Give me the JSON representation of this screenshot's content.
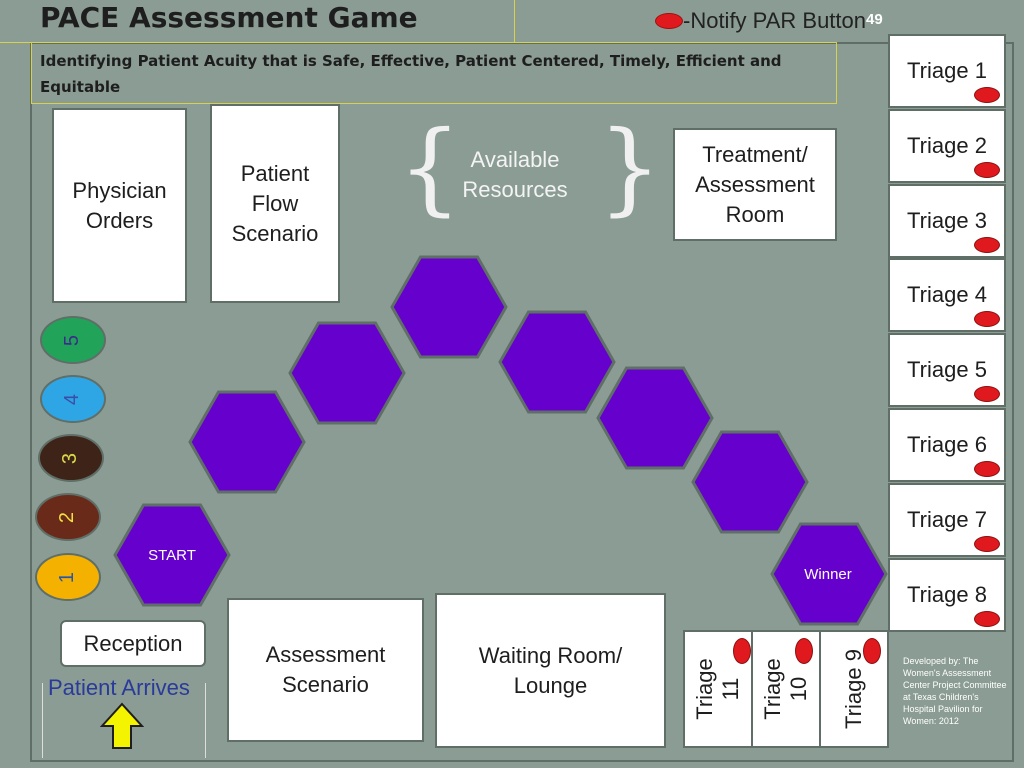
{
  "header": {
    "title": "PACE Assessment Game",
    "notify_label": "-Notify PAR Button",
    "slide_number": "49"
  },
  "subtitle": "Identifying Patient Acuity that is Safe, Effective, Patient Centered, Timely, Efficient and Equitable",
  "cards": {
    "physician_orders": "Physician Orders",
    "patient_flow": "Patient Flow Scenario",
    "available_resources": "Available Resources",
    "treatment_room": "Treatment/ Assessment Room",
    "assessment_scenario": "Assessment Scenario",
    "waiting_room": "Waiting Room/ Lounge",
    "reception": "Reception",
    "patient_arrives": "Patient Arrives"
  },
  "triage_rooms": [
    "Triage 1",
    "Triage 2",
    "Triage 3",
    "Triage 4",
    "Triage 5",
    "Triage 6",
    "Triage 7",
    "Triage 8"
  ],
  "triage_vertical": [
    "Triage 11",
    "Triage 10",
    "Triage 9"
  ],
  "hexes": {
    "start": "START",
    "winner": "Winner"
  },
  "dice": [
    {
      "label": "5",
      "color": "#22a35a",
      "text_color": "#3a2d8a"
    },
    {
      "label": "4",
      "color": "#2ea6e6",
      "text_color": "#3a4da8"
    },
    {
      "label": "3",
      "color": "#3e2418",
      "text_color": "#d8d84a"
    },
    {
      "label": "2",
      "color": "#6a2a1a",
      "text_color": "#f0e040"
    },
    {
      "label": "1",
      "color": "#f5b100",
      "text_color": "#2a56a8"
    }
  ],
  "credits": "Developed by: The Women's Assessment Center Project Committee at Texas Children's Hospital Pavilion for Women: 2012",
  "colors": {
    "hex": "#6600cc",
    "board": "#8a9c93",
    "button_red": "#e0191e",
    "arrow": "#f4f400"
  }
}
